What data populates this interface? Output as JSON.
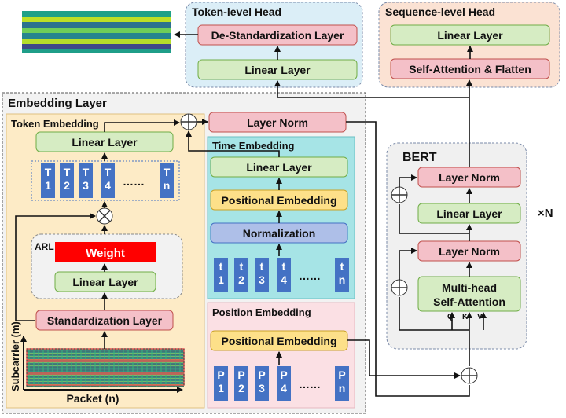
{
  "token_head": {
    "title": "Token-level Head",
    "destd": "De-Standardization Layer",
    "linear": "Linear Layer"
  },
  "seq_head": {
    "title": "Sequence-level Head",
    "linear": "Linear Layer",
    "attn": "Self-Attention & Flatten"
  },
  "embedding": {
    "title": "Embedding Layer",
    "layer_norm": "Layer Norm",
    "token": {
      "title": "Token Embedding",
      "linear": "Linear Layer",
      "tokens": [
        "T\n1",
        "T\n2",
        "T\n3",
        "T\n4"
      ],
      "dots": "……",
      "last": "T\nn",
      "arl_label": "ARL",
      "weight": "Weight",
      "arl_linear": "Linear Layer",
      "std": "Standardization Layer",
      "y_axis": "Subcarrier (m)",
      "x_axis": "Packet (n)"
    },
    "time": {
      "title": "Time Embedding",
      "linear": "Linear Layer",
      "pos": "Positional Embedding",
      "norm": "Normalization",
      "tokens": [
        "t\n1",
        "t\n2",
        "t\n3",
        "t\n4"
      ],
      "dots": "……",
      "last": "t\nn"
    },
    "position": {
      "title": "Position Embedding",
      "pos": "Positional Embedding",
      "tokens": [
        "P\n1",
        "P\n2",
        "P\n3",
        "P\n4"
      ],
      "dots": "……",
      "last": "P\nn"
    }
  },
  "bert": {
    "title": "BERT",
    "ln_top": "Layer Norm",
    "linear": "Linear Layer",
    "ln_mid": "Layer Norm",
    "mha_line1": "Multi-head",
    "mha_line2": "Self-Attention",
    "q": "Q",
    "k": "K",
    "v": "V",
    "repeat": "×N"
  },
  "colors": {
    "red_box": "#f4c0c8",
    "green_box": "#d6ecc3",
    "yellow_box": "#fde089",
    "blue_box": "#aebfe8",
    "token_blue": "#4472c4",
    "weight_red": "#ff0000",
    "token_panel": "#fdebc6",
    "time_panel": "#a6e4e6",
    "pos_panel": "#fbe0e4",
    "token_head_bg": "#dbeef7",
    "seq_head_bg": "#fbe2d3",
    "bert_bg": "#f0f0f0"
  }
}
